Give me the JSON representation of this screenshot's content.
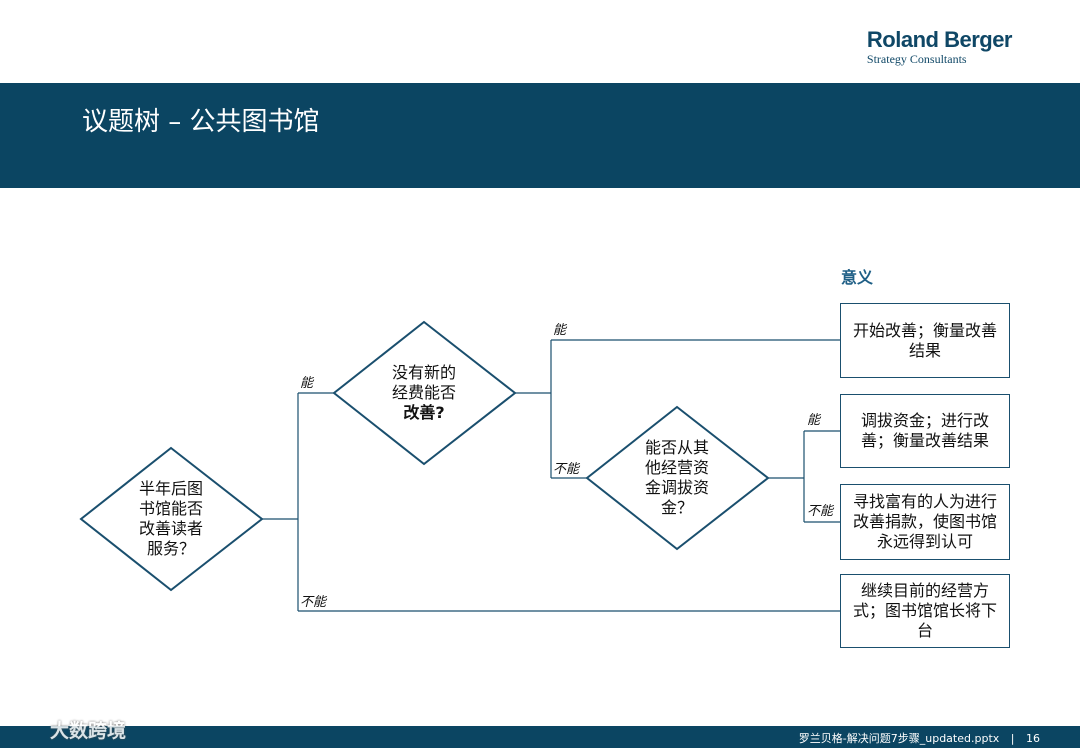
{
  "logo": {
    "main": "Roland Berger",
    "sub": "Strategy Consultants"
  },
  "title": "议题树 – 公共图书馆",
  "meaning_header": "意义",
  "nodes": {
    "root": [
      "半年后图",
      "书馆能否",
      "改善读者",
      "服务？"
    ],
    "q1": [
      "没有新的",
      "经费能否",
      "改善?"
    ],
    "q2": [
      "能否从其",
      "他经营资",
      "金调拔资",
      "金？"
    ]
  },
  "edges": {
    "root_yes": "能",
    "root_no": "不能",
    "q1_yes": "能",
    "q1_no": "不能",
    "q2_yes": "能",
    "q2_no": "不能"
  },
  "outcomes": [
    {
      "text": "开始改善；衡量改善结果"
    },
    {
      "text": "调拔资金；进行改善；衡量改善结果"
    },
    {
      "text": "寻找富有的人为进行改善捐款，使图书馆永远得到认可"
    },
    {
      "text": "继续目前的经营方式；图书馆馆长将下台"
    }
  ],
  "footer": {
    "file": "罗兰贝格-解决问题7步骤_updated.pptx",
    "separator": "|",
    "page": "16"
  },
  "watermark": "大数跨境"
}
